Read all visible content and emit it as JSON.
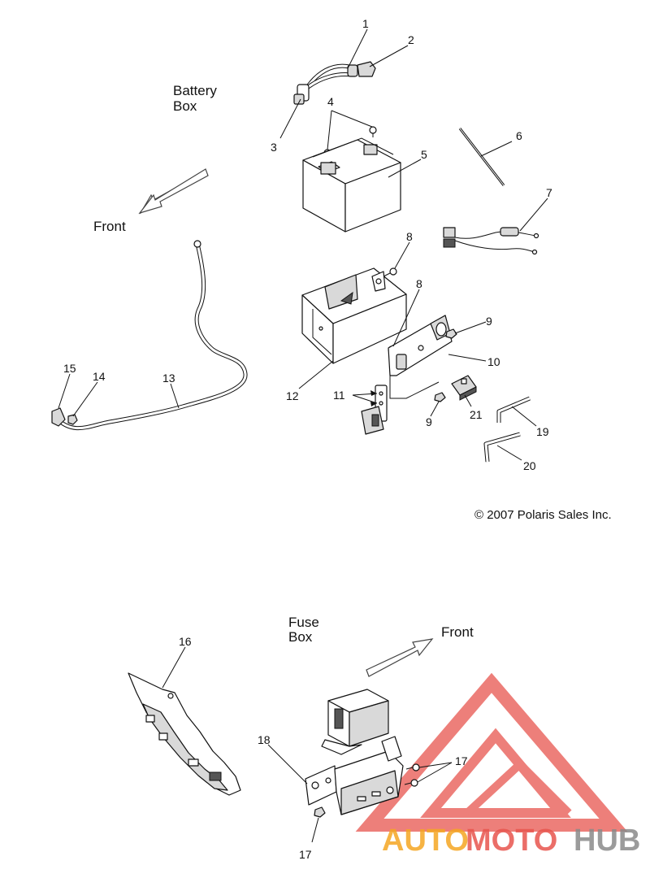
{
  "labels": {
    "battery_box_line1": "Battery",
    "battery_box_line2": "Box",
    "front_top": "Front",
    "fuse_box_line1": "Fuse",
    "fuse_box_line2": "Box",
    "front_bottom": "Front",
    "copyright": "© 2007 Polaris Sales Inc."
  },
  "callouts": {
    "c1": "1",
    "c2": "2",
    "c3": "3",
    "c4": "4",
    "c5": "5",
    "c6": "6",
    "c7": "7",
    "c8a": "8",
    "c8b": "8",
    "c9a": "9",
    "c9b": "9",
    "c10": "10",
    "c11": "11",
    "c12": "12",
    "c13": "13",
    "c14": "14",
    "c15": "15",
    "c16": "16",
    "c17a": "17",
    "c17b": "17",
    "c18": "18",
    "c19": "19",
    "c20": "20",
    "c21": "21"
  },
  "watermark": {
    "part1": "AUTO",
    "part2": "MOTO",
    "part3": "HUB",
    "color_orange": "#f5a623",
    "color_red": "#e8554e",
    "color_gray": "#8a8a8a"
  }
}
